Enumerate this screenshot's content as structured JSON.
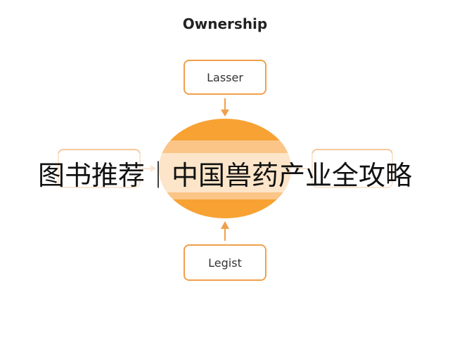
{
  "diagram": {
    "title": "Ownership",
    "nodes": {
      "top": "Lasser",
      "bottom": "Legist",
      "left": "",
      "right": ""
    },
    "colors": {
      "accent": "#f7a233",
      "box_border": "#f0a04a",
      "ellipse_light": "#fbc588"
    }
  },
  "overlay": {
    "text": "图书推荐｜中国兽药产业全攻略"
  }
}
